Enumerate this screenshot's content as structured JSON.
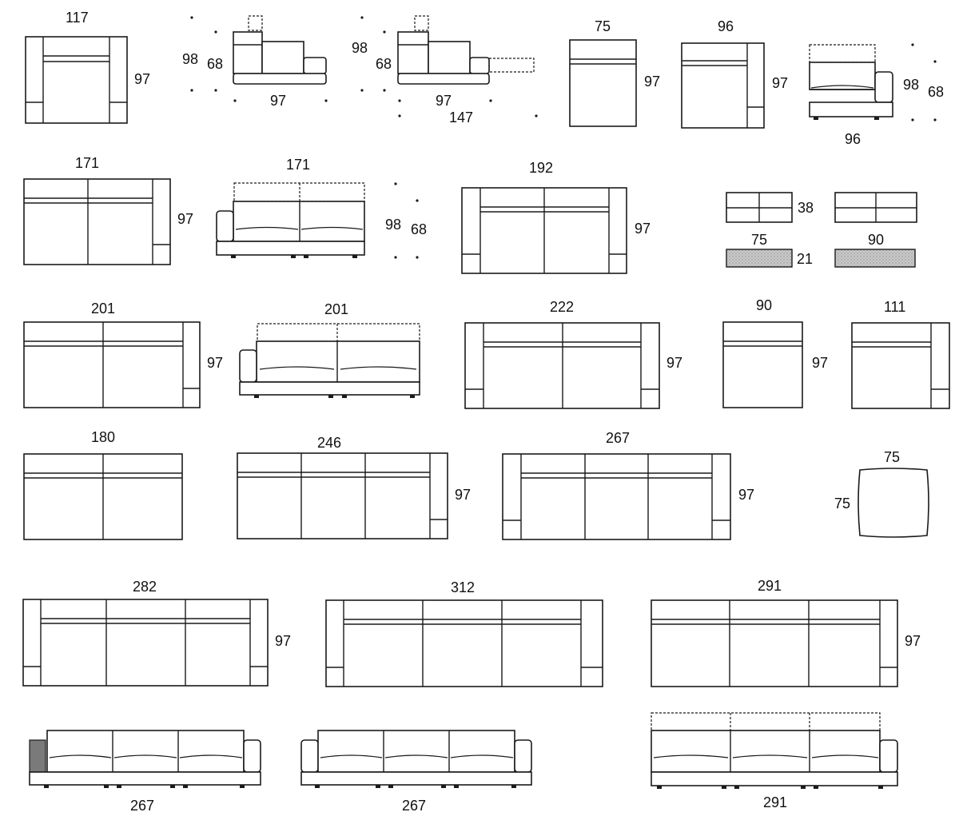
{
  "labels": {
    "armchair_w": "117",
    "armchair_d": "97",
    "side1_h": "98",
    "side1_seat": "68",
    "side1_d": "97",
    "side2_h": "98",
    "side2_seat": "68",
    "side2_d": "97",
    "side2_ext": "147",
    "m75_w": "75",
    "m75_d": "97",
    "m96_w": "96",
    "m96_d": "97",
    "mside_h": "98",
    "mside_seat": "68",
    "mside_w": "96",
    "s171_w": "171",
    "s171_d": "97",
    "f171_w": "171",
    "f171_h": "98",
    "f171_seat": "68",
    "s192_w": "192",
    "s192_d": "97",
    "cushion_h": "38",
    "cushion_w1": "75",
    "cushion_t": "21",
    "cushion_w2": "90",
    "s201_w": "201",
    "s201_d": "97",
    "f201_w": "201",
    "s222_w": "222",
    "s222_d": "97",
    "m90_w": "90",
    "m90_d": "97",
    "m111_w": "111",
    "s180_w": "180",
    "s246_w": "246",
    "s246_d": "97",
    "s267_w": "267",
    "s267_d": "97",
    "pouf_w": "75",
    "pouf_d": "75",
    "s282_w": "282",
    "s282_d": "97",
    "s312_w": "312",
    "s291_w": "291",
    "s291_d": "97",
    "f267a_w": "267",
    "f267b_w": "267",
    "f291_w": "291"
  }
}
